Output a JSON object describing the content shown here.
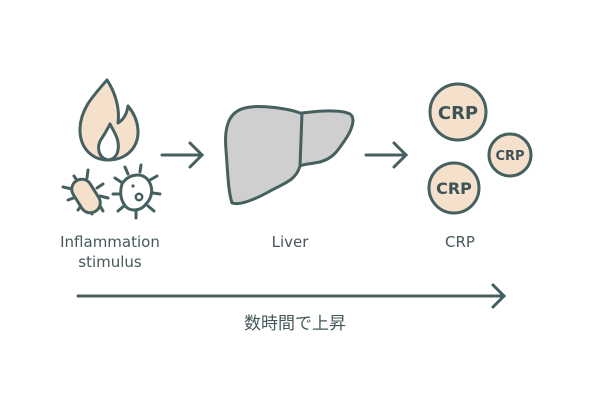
{
  "diagram": {
    "stages": [
      {
        "id": "stimulus",
        "label_line1": "Inflammation",
        "label_line2": "stimulus",
        "icons": [
          "flame-icon",
          "bacterium-rod-icon",
          "bacterium-cell-icon"
        ]
      },
      {
        "id": "liver",
        "label": "Liver",
        "icons": [
          "liver-icon"
        ]
      },
      {
        "id": "crp",
        "label": "CRP",
        "molecules": [
          "CRP",
          "CRP",
          "CRP"
        ]
      }
    ],
    "timeline_label": "数時間で上昇",
    "colors": {
      "stroke": "#45605f",
      "fill_peach": "#f5e0cc",
      "fill_liver": "#cfcfcf",
      "text": "#45585a",
      "background": "#ffffff"
    }
  }
}
